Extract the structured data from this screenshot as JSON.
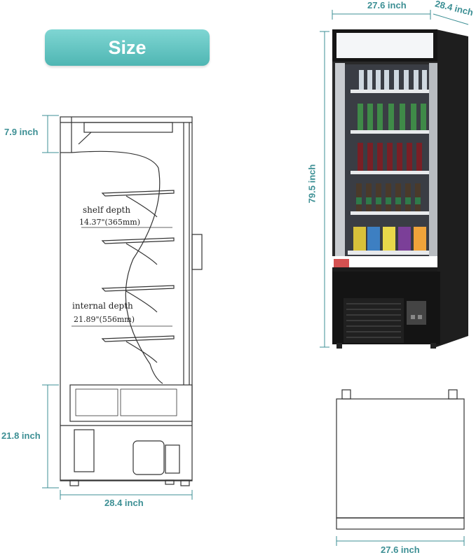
{
  "header": {
    "title": "Size"
  },
  "side_view": {
    "top_height": "7.9 inch",
    "shelf_note_title": "shelf depth",
    "shelf_note_value": "14.37\"(365mm)",
    "internal_note_title": "internal depth",
    "internal_note_value": "21.89\"(556mm)",
    "base_height": "21.8 inch",
    "depth": "28.4 inch"
  },
  "product_view": {
    "width": "27.6 inch",
    "depth": "28.4 inch",
    "height": "79.5 inch"
  },
  "top_view": {
    "width": "27.6 inch"
  },
  "colors": {
    "accent": "#3c8f94",
    "badge": "#5cc2bf"
  }
}
